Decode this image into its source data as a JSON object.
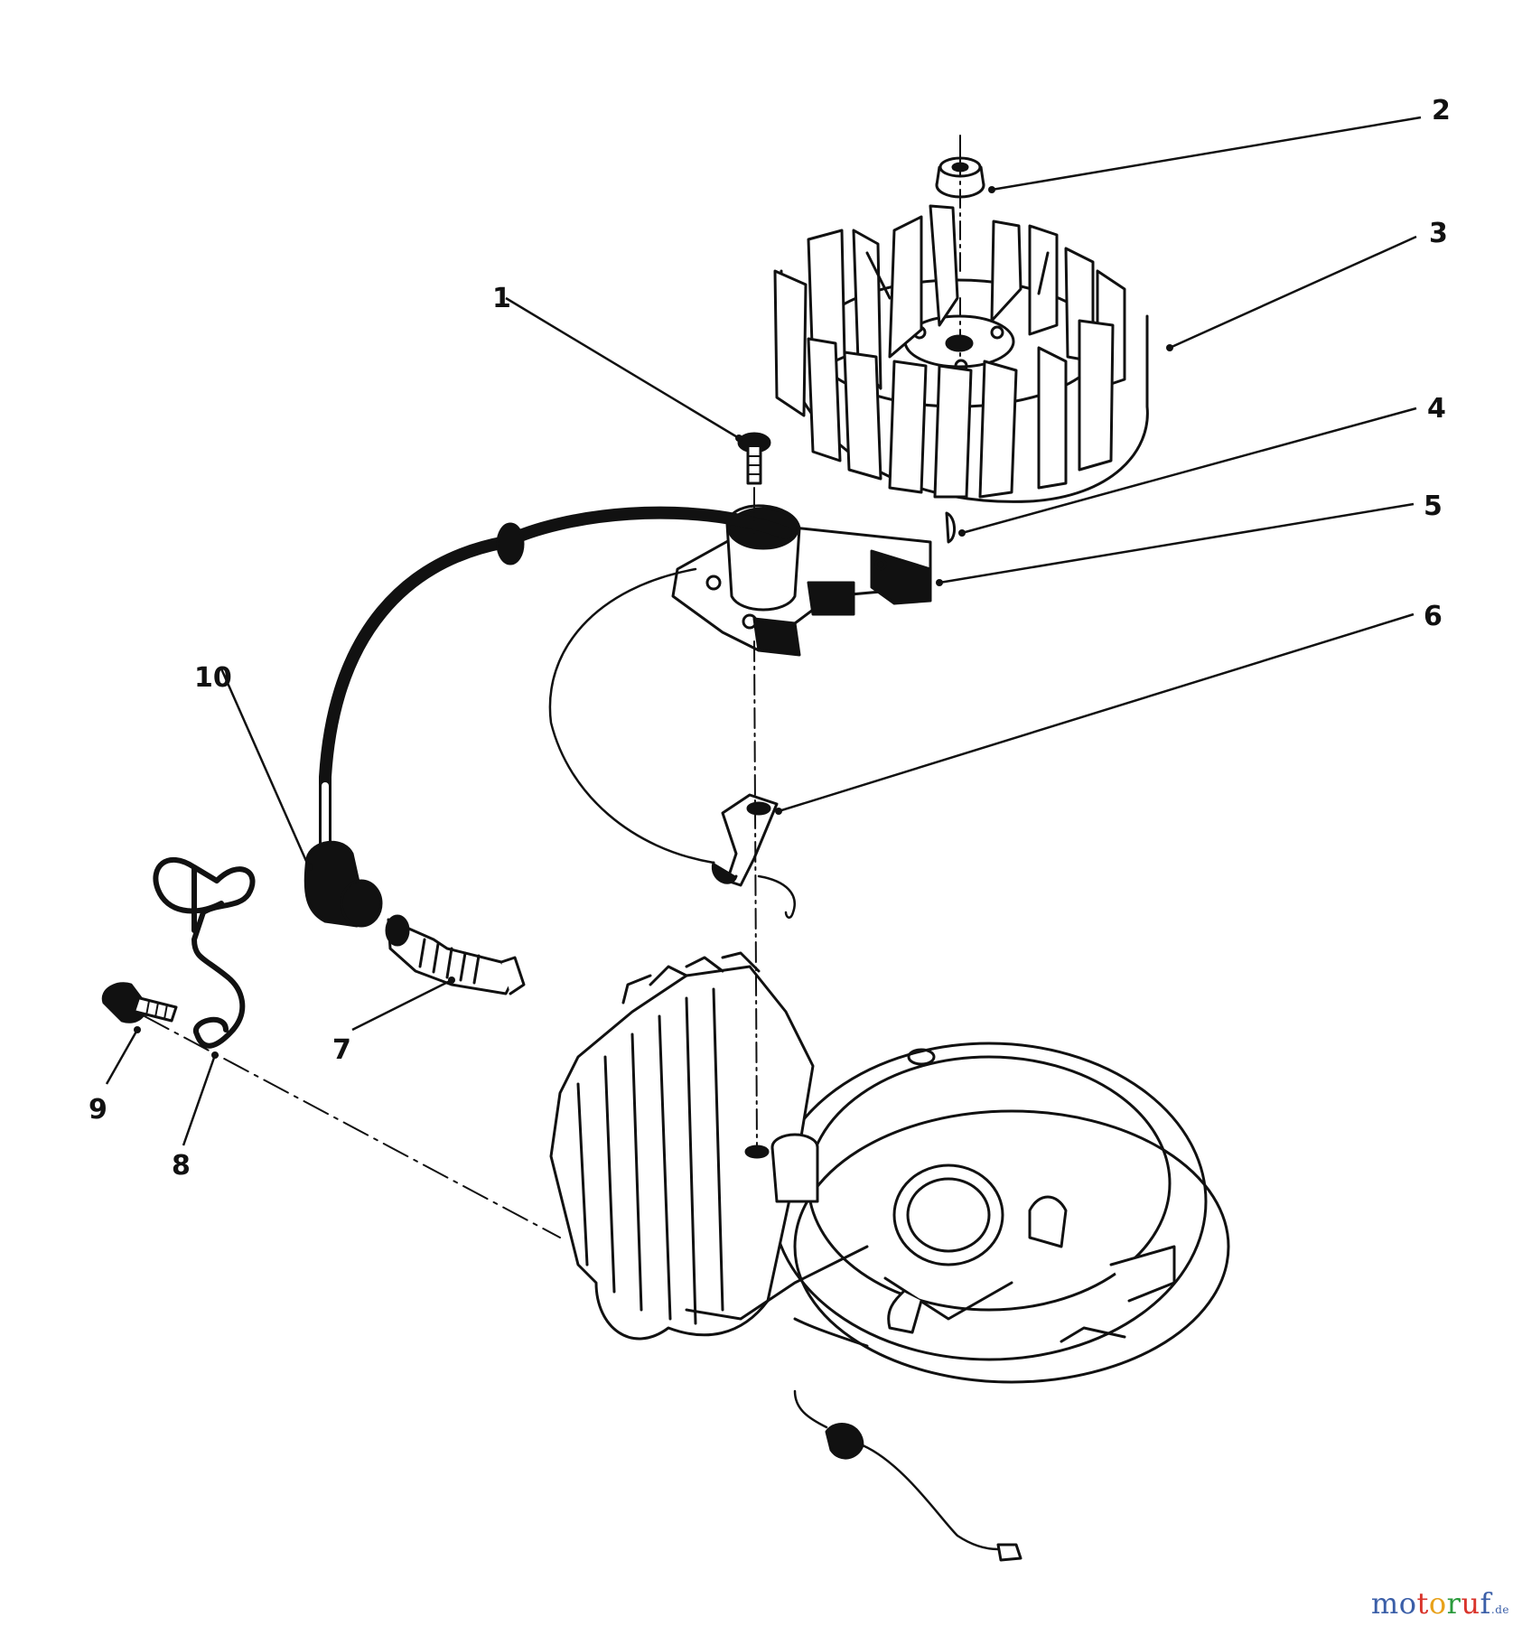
{
  "diagram": {
    "callouts": [
      {
        "id": "1",
        "label": "1"
      },
      {
        "id": "2",
        "label": "2"
      },
      {
        "id": "3",
        "label": "3"
      },
      {
        "id": "4",
        "label": "4"
      },
      {
        "id": "5",
        "label": "5"
      },
      {
        "id": "6",
        "label": "6"
      },
      {
        "id": "7",
        "label": "7"
      },
      {
        "id": "8",
        "label": "8"
      },
      {
        "id": "9",
        "label": "9"
      },
      {
        "id": "10",
        "label": "10"
      }
    ],
    "parts": [
      "flywheel-nut",
      "flywheel",
      "flywheel-key",
      "ignition-module",
      "ground-bracket",
      "spark-plug",
      "spark-plug-wire",
      "wire-clip",
      "bracket-screw",
      "mounting-screw",
      "engine-block",
      "kill-switch-wire"
    ]
  },
  "watermark": {
    "letters": [
      "m",
      "o",
      "t",
      "o",
      "r",
      "u",
      "f"
    ],
    "suffix": ".de",
    "colors": [
      "#3b5fa8",
      "#3b5fa8",
      "#d9342b",
      "#e8a11a",
      "#2a9a3b",
      "#d9342b",
      "#3b5fa8"
    ]
  }
}
